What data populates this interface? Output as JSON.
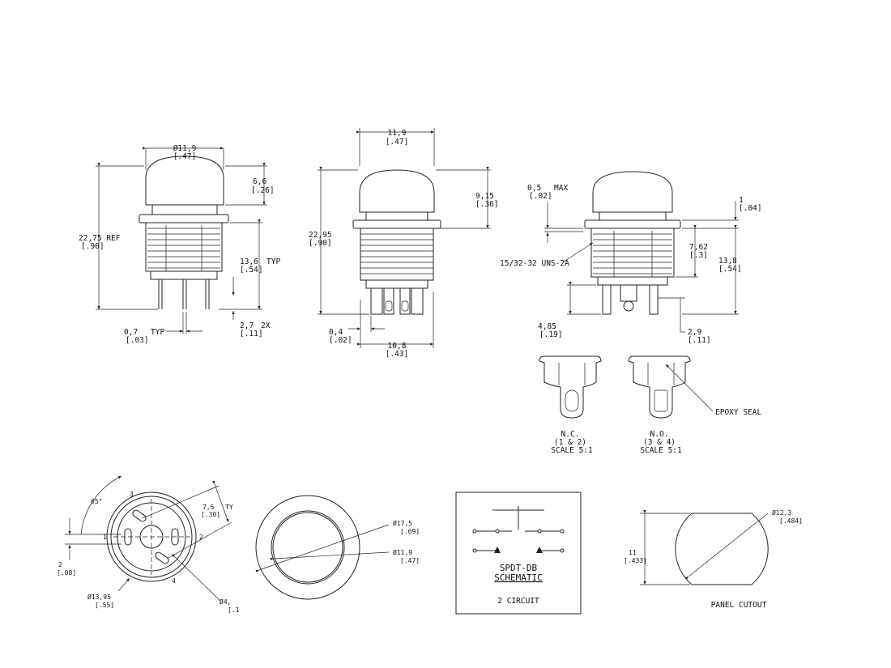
{
  "side_view_left": {
    "dia_cap": "Ø11,9",
    "dia_cap_in": "[.47]",
    "cap_h": "6,6",
    "cap_h_in": "[.26]",
    "overall": "22,75 REF",
    "overall_in": "[.90]",
    "thread": "13,6",
    "thread_typ": "TYP",
    "thread_in": "[.54]",
    "pin_w": "0,7",
    "pin_w_typ": "TYP",
    "pin_w_in": "[.03]",
    "pin_sp": "2,7",
    "pin_sp_2x": "2X",
    "pin_sp_in": "[.11]"
  },
  "side_view_mid": {
    "width": "11,9",
    "width_in": "[.47]",
    "cap_h": "9,15",
    "cap_h_in": "[.36]",
    "overall": "22,95",
    "overall_in": "[.90]",
    "pin_off": "0,4",
    "pin_off_in": "[.02]",
    "pin_span": "10,8",
    "pin_span_in": "[.43]"
  },
  "side_view_right": {
    "gap": "0,5",
    "gap_max": "MAX",
    "gap_in": "[.02]",
    "flange": "1",
    "flange_in": "[.04]",
    "thread_spec": "15/32-32 UNS-2A",
    "thread_len": "7,62",
    "thread_len_in": "[.3]",
    "body": "13,8",
    "body_in": "[.54]",
    "pin_len": "4,85",
    "pin_len_in": "[.19]",
    "pin_sp": "2,9",
    "pin_sp_in": "[.11]"
  },
  "details": {
    "nc_line1": "N.C.",
    "nc_line2": "(1 & 2)",
    "nc_line3": "SCALE  5:1",
    "no_line1": "N.O.",
    "no_line2": "(3 & 4)",
    "no_line3": "SCALE  5:1",
    "epoxy": "EPOXY SEAL"
  },
  "bottom_view": {
    "angle": "65°",
    "pin3": "3",
    "pin1": "1",
    "pin2": "2",
    "pin4": "4",
    "d1": "7,5",
    "d1_in": "[.30]",
    "d1_typ": "TY",
    "d2": "2",
    "d2_in": "[.08]",
    "dia": "Ø13,95",
    "dia_in": "[.55]",
    "hole": "Ø4,",
    "hole_in": "[.1"
  },
  "top_view": {
    "outer": "Ø17,5",
    "outer_in": "[.69]",
    "inner": "Ø11,9",
    "inner_in": "[.47]"
  },
  "schematic": {
    "line1": "SPDT-DB",
    "line2": "SCHEMATIC",
    "line3": "2 CIRCUIT"
  },
  "panel_cutout": {
    "dia": "Ø12,3",
    "dia_in": "[.484]",
    "flat": "11",
    "flat_in": "[.433]",
    "label": "PANEL CUTOUT"
  }
}
